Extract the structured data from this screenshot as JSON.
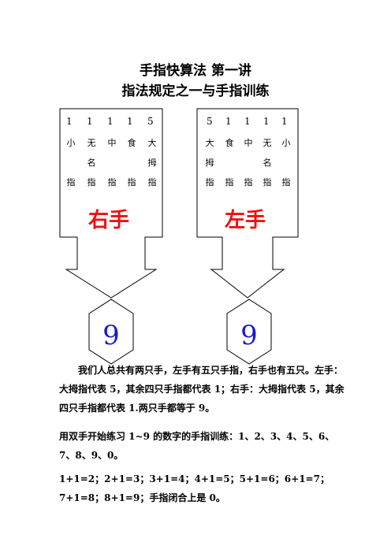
{
  "title": {
    "line1": "手指快算法  第一讲",
    "line2": "指法规定之一与手指训练"
  },
  "right_hand": {
    "digits": [
      "1",
      "1",
      "1",
      "1",
      "5"
    ],
    "row1": [
      "小",
      "无",
      "中",
      "食",
      "大"
    ],
    "row2": [
      "",
      "名",
      "",
      "",
      "拇"
    ],
    "row3": [
      "指",
      "指",
      "指",
      "指",
      "指"
    ],
    "label": "右手",
    "result": "9"
  },
  "left_hand": {
    "digits": [
      "5",
      "1",
      "1",
      "1",
      "1"
    ],
    "row1": [
      "大",
      "食",
      "中",
      "无",
      "小"
    ],
    "row2": [
      "拇",
      "",
      "",
      "名",
      ""
    ],
    "row3": [
      "指",
      "指",
      "指",
      "指",
      "指"
    ],
    "label": "左手",
    "result": "9"
  },
  "paragraphs": {
    "p1": "我们人总共有两只手，左手有五只手指，右手也有五只。左手：大拇指代表 5，其余四只手指都代表 1；右手：大拇指代表 5，其余四只手指都代表 1.两只手都等于 9。",
    "p2": "用双手开始练习 1~9 的数字的手指训练：1、2、3、4、5、6、7、8、9、0。",
    "p3": "1+1=2；2+1=3；3+1=4；4+1=5；5+1=6；6+1=7；7+1=8；8+1=9；手指闭合上是 0。"
  },
  "colors": {
    "hand_label": "#ee1111",
    "result_digit": "#1a1acc"
  }
}
